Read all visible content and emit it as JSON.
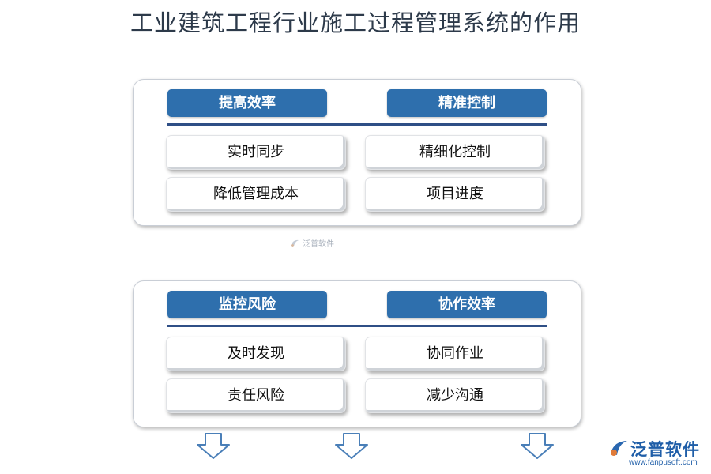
{
  "title": "工业建筑工程行业施工过程管理系统的作用",
  "panels": [
    {
      "left_header": "提高效率",
      "right_header": "精准控制",
      "cells": [
        "实时同步",
        "精细化控制",
        "降低管理成本",
        "项目进度"
      ]
    },
    {
      "left_header": "监控风险",
      "right_header": "协作效率",
      "cells": [
        "及时发现",
        "协同作业",
        "责任风险",
        "减少沟通"
      ]
    }
  ],
  "watermark": "泛普软件",
  "logo": {
    "name": "泛普软件",
    "url": "www.fanpusoft.com"
  },
  "colors": {
    "header_bg": "#2e6fad",
    "divider": "#2f4f86",
    "arrow_stroke": "#4a7fb8",
    "title": "#2d3a4a",
    "logo": "#1f5ea8"
  },
  "icons": {
    "arrows": "down-arrow-icon",
    "logo_mark": "fanpu-logo-icon"
  }
}
